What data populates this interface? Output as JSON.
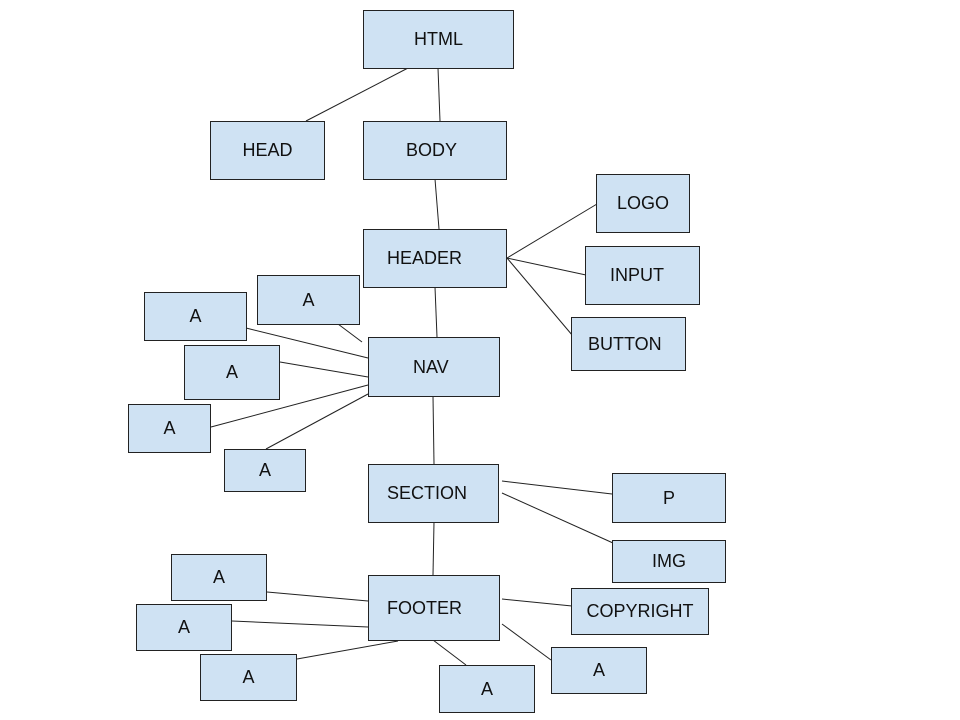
{
  "diagram": {
    "colors": {
      "node_fill": "#cfe2f3",
      "node_border": "#222222",
      "edge": "#222222",
      "background": "#ffffff"
    },
    "nodes": {
      "html": "HTML",
      "head": "HEAD",
      "body": "BODY",
      "header": "HEADER",
      "logo": "LOGO",
      "input": "INPUT",
      "button": "BUTTON",
      "nav": "NAV",
      "nav_a1": "A",
      "nav_a2": "A",
      "nav_a3": "A",
      "nav_a4": "A",
      "nav_a5": "A",
      "section": "SECTION",
      "p": "P",
      "img": "IMG",
      "footer": "FOOTER",
      "copyright": "COPYRIGHT",
      "footer_a1": "A",
      "footer_a2": "A",
      "footer_a3": "A",
      "footer_a4": "A",
      "footer_a5": "A"
    },
    "edges": [
      [
        "html",
        "head"
      ],
      [
        "html",
        "body"
      ],
      [
        "body",
        "header"
      ],
      [
        "header",
        "logo"
      ],
      [
        "header",
        "input"
      ],
      [
        "header",
        "button"
      ],
      [
        "header",
        "nav"
      ],
      [
        "nav",
        "nav_a1"
      ],
      [
        "nav",
        "nav_a2"
      ],
      [
        "nav",
        "nav_a3"
      ],
      [
        "nav",
        "nav_a4"
      ],
      [
        "nav",
        "nav_a5"
      ],
      [
        "nav",
        "section"
      ],
      [
        "section",
        "p"
      ],
      [
        "section",
        "img"
      ],
      [
        "section",
        "footer"
      ],
      [
        "footer",
        "copyright"
      ],
      [
        "footer",
        "footer_a1"
      ],
      [
        "footer",
        "footer_a2"
      ],
      [
        "footer",
        "footer_a3"
      ],
      [
        "footer",
        "footer_a4"
      ],
      [
        "footer",
        "footer_a5"
      ]
    ]
  }
}
